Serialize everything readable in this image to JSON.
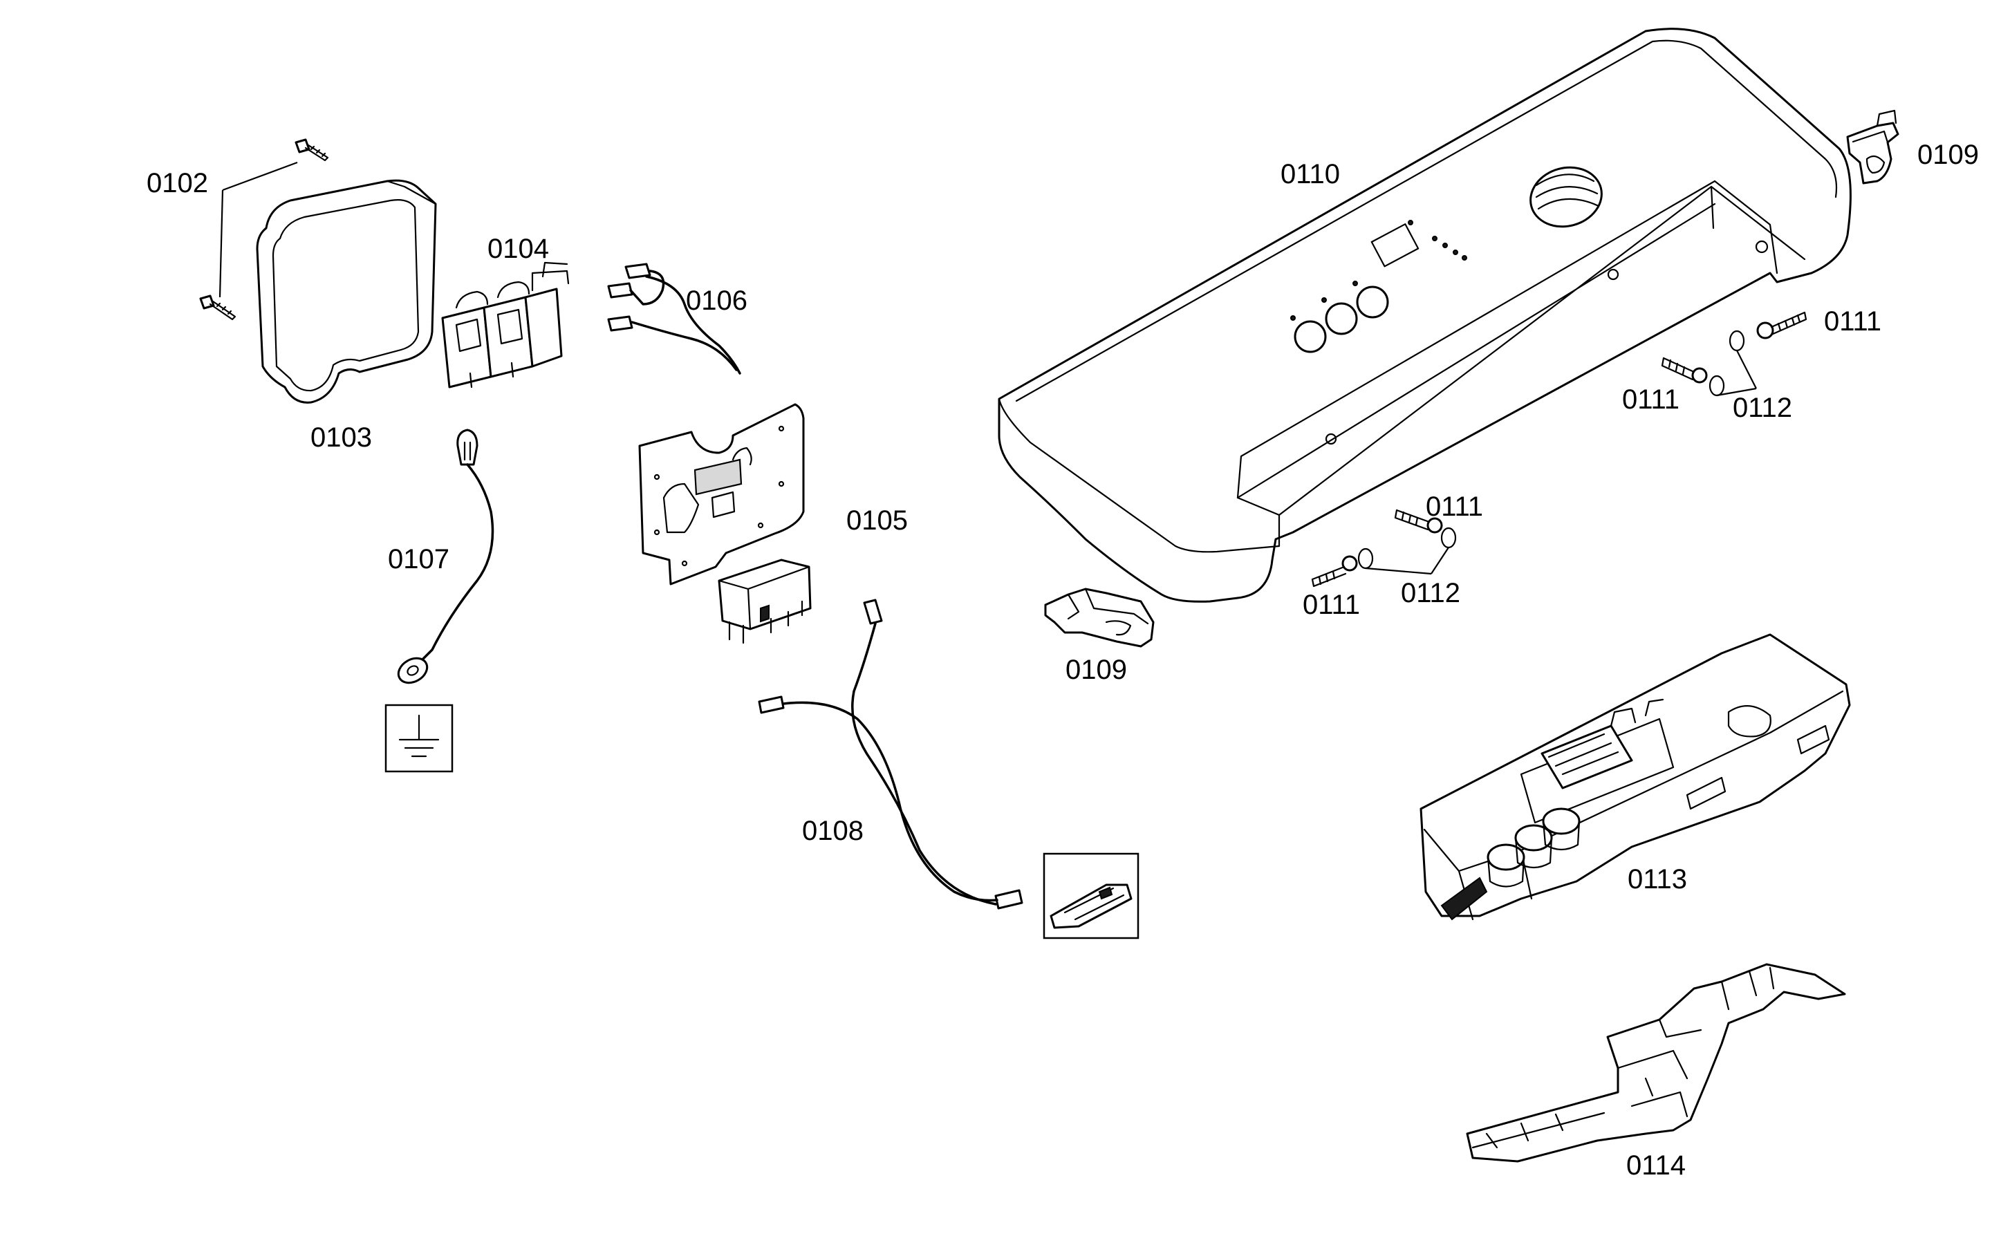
{
  "diagram": {
    "labels": {
      "p0102": "0102",
      "p0103": "0103",
      "p0104": "0104",
      "p0105": "0105",
      "p0106": "0106",
      "p0107": "0107",
      "p0108": "0108",
      "p0109_left": "0109",
      "p0109_right": "0109",
      "p0110": "0110",
      "p0111_a": "0111",
      "p0111_b": "0111",
      "p0111_c": "0111",
      "p0111_d": "0111",
      "p0112_a": "0112",
      "p0112_b": "0112",
      "p0113": "0113",
      "p0114": "0114"
    }
  }
}
